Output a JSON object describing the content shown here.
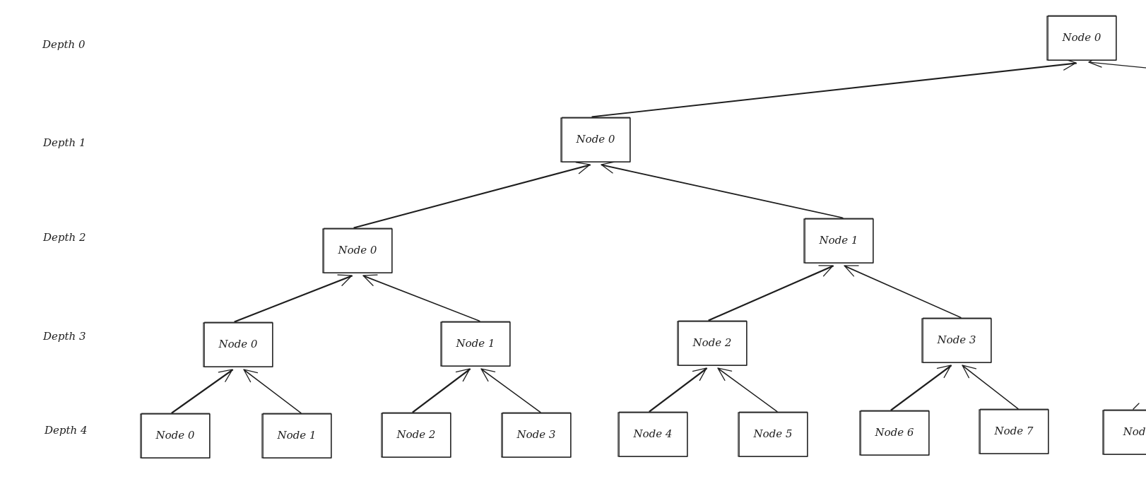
{
  "diagram": {
    "depth_labels": [
      "Depth 0",
      "Depth 1",
      "Depth 2",
      "Depth 3",
      "Depth 4"
    ],
    "levels": [
      [
        "Node 0"
      ],
      [
        "Node 0"
      ],
      [
        "Node 0",
        "Node 1"
      ],
      [
        "Node 0",
        "Node 1",
        "Node 2",
        "Node 3"
      ],
      [
        "Node 0",
        "Node 1",
        "Node 2",
        "Node 3",
        "Node 4",
        "Node 5",
        "Node 6",
        "Node 7",
        "Node"
      ]
    ],
    "edges": [
      {
        "from": [
          1,
          0
        ],
        "to": [
          0,
          0
        ]
      },
      {
        "from": [
          2,
          0
        ],
        "to": [
          1,
          0
        ]
      },
      {
        "from": [
          2,
          1
        ],
        "to": [
          1,
          0
        ]
      },
      {
        "from": [
          3,
          0
        ],
        "to": [
          2,
          0
        ]
      },
      {
        "from": [
          3,
          1
        ],
        "to": [
          2,
          0
        ]
      },
      {
        "from": [
          3,
          2
        ],
        "to": [
          2,
          1
        ]
      },
      {
        "from": [
          3,
          3
        ],
        "to": [
          2,
          1
        ]
      },
      {
        "from": [
          4,
          0
        ],
        "to": [
          3,
          0
        ]
      },
      {
        "from": [
          4,
          1
        ],
        "to": [
          3,
          0
        ]
      },
      {
        "from": [
          4,
          2
        ],
        "to": [
          3,
          1
        ]
      },
      {
        "from": [
          4,
          3
        ],
        "to": [
          3,
          1
        ]
      },
      {
        "from": [
          4,
          4
        ],
        "to": [
          3,
          2
        ]
      },
      {
        "from": [
          4,
          5
        ],
        "to": [
          3,
          2
        ]
      },
      {
        "from": [
          4,
          6
        ],
        "to": [
          3,
          3
        ]
      },
      {
        "from": [
          4,
          7
        ],
        "to": [
          3,
          3
        ]
      }
    ]
  }
}
